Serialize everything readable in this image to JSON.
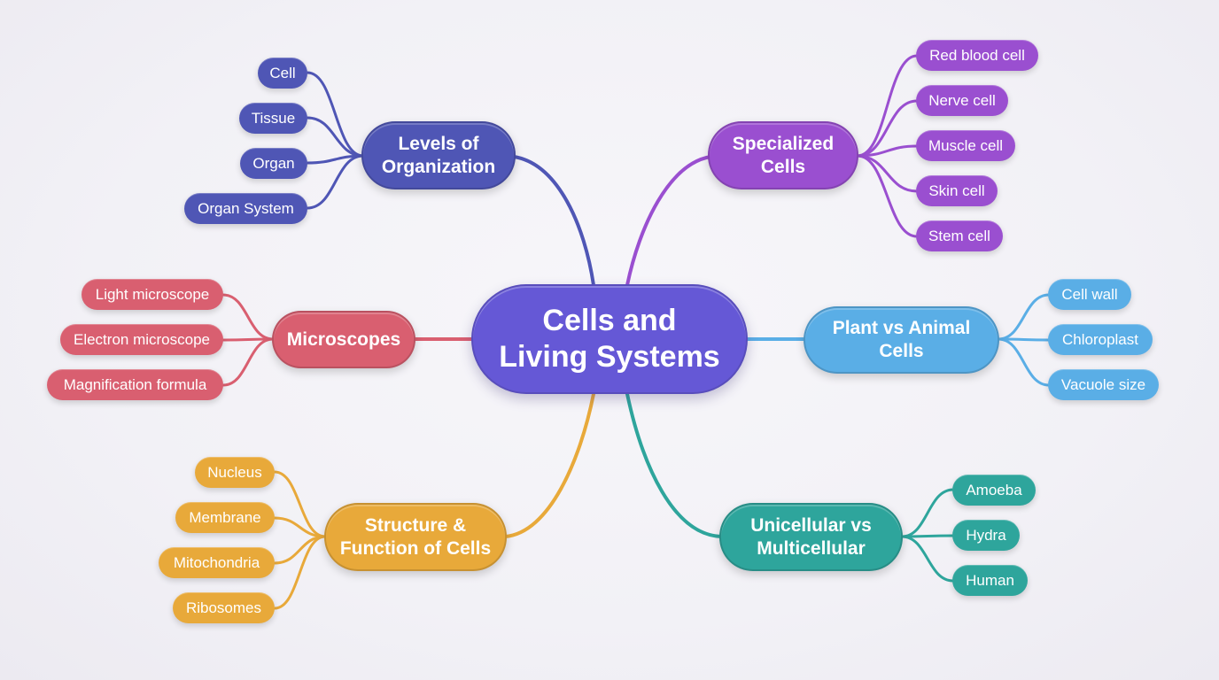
{
  "center": {
    "line1": "Cells and",
    "line2": "Living Systems",
    "color": "#6558d6"
  },
  "branches": [
    {
      "key": "levels",
      "line1": "Levels of",
      "line2": "Organization",
      "color": "#4f56b5",
      "leaves": [
        "Cell",
        "Tissue",
        "Organ",
        "Organ System"
      ]
    },
    {
      "key": "specialized",
      "line1": "Specialized",
      "line2": "Cells",
      "color": "#9a4fd0",
      "leaves": [
        "Red blood cell",
        "Nerve cell",
        "Muscle cell",
        "Skin cell",
        "Stem cell"
      ]
    },
    {
      "key": "microscopes",
      "line1": "Microscopes",
      "line2": "",
      "color": "#d95f70",
      "leaves": [
        "Light microscope",
        "Electron microscope",
        "Magnification formula"
      ]
    },
    {
      "key": "plant-animal",
      "line1": "Plant vs Animal",
      "line2": "Cells",
      "color": "#5aaee6",
      "leaves": [
        "Cell wall",
        "Chloroplast",
        "Vacuole size"
      ]
    },
    {
      "key": "structure",
      "line1": "Structure &",
      "line2": "Function of Cells",
      "color": "#e8a93a",
      "leaves": [
        "Nucleus",
        "Membrane",
        "Mitochondria",
        "Ribosomes"
      ]
    },
    {
      "key": "unicellular",
      "line1": "Unicellular vs",
      "line2": "Multicellular",
      "color": "#2ea59c",
      "leaves": [
        "Amoeba",
        "Hydra",
        "Human"
      ]
    }
  ]
}
